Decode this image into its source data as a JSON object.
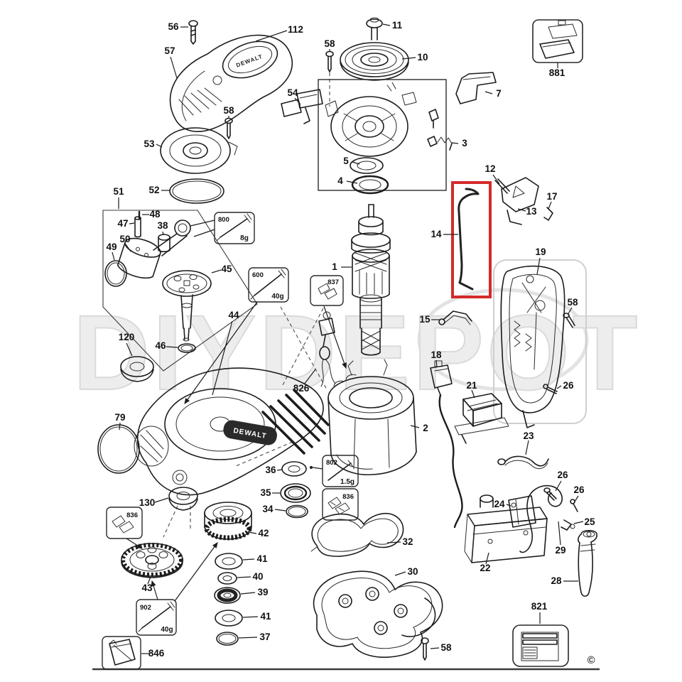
{
  "watermark": "DIYDEPOT",
  "brand": "DEWALT",
  "copyright": "©",
  "highlight": {
    "color": "#d42a2a",
    "highlighted_part": "14"
  },
  "part_labels": [
    "56",
    "112",
    "57",
    "58",
    "53",
    "54",
    "11",
    "10",
    "58",
    "7",
    "3",
    "5",
    "4",
    "881",
    "12",
    "13",
    "17",
    "14",
    "19",
    "58",
    "26",
    "1",
    "51",
    "52",
    "48",
    "47",
    "38",
    "50",
    "49",
    "45",
    "44",
    "46",
    "120",
    "826",
    "79",
    "2",
    "15",
    "18",
    "21",
    "23",
    "36",
    "35",
    "34",
    "130",
    "42",
    "41",
    "40",
    "39",
    "41",
    "37",
    "43",
    "846",
    "32",
    "30",
    "58",
    "24",
    "22",
    "26",
    "26",
    "25",
    "29",
    "28",
    "821"
  ],
  "service_boxes": [
    {
      "id": "800",
      "qty": "8g"
    },
    {
      "id": "600",
      "qty": "40g"
    },
    {
      "id": "837",
      "qty": ""
    },
    {
      "id": "802",
      "qty": "1.5g"
    },
    {
      "id": "836",
      "qty": ""
    },
    {
      "id": "836",
      "qty": ""
    },
    {
      "id": "902",
      "qty": "40g"
    }
  ]
}
